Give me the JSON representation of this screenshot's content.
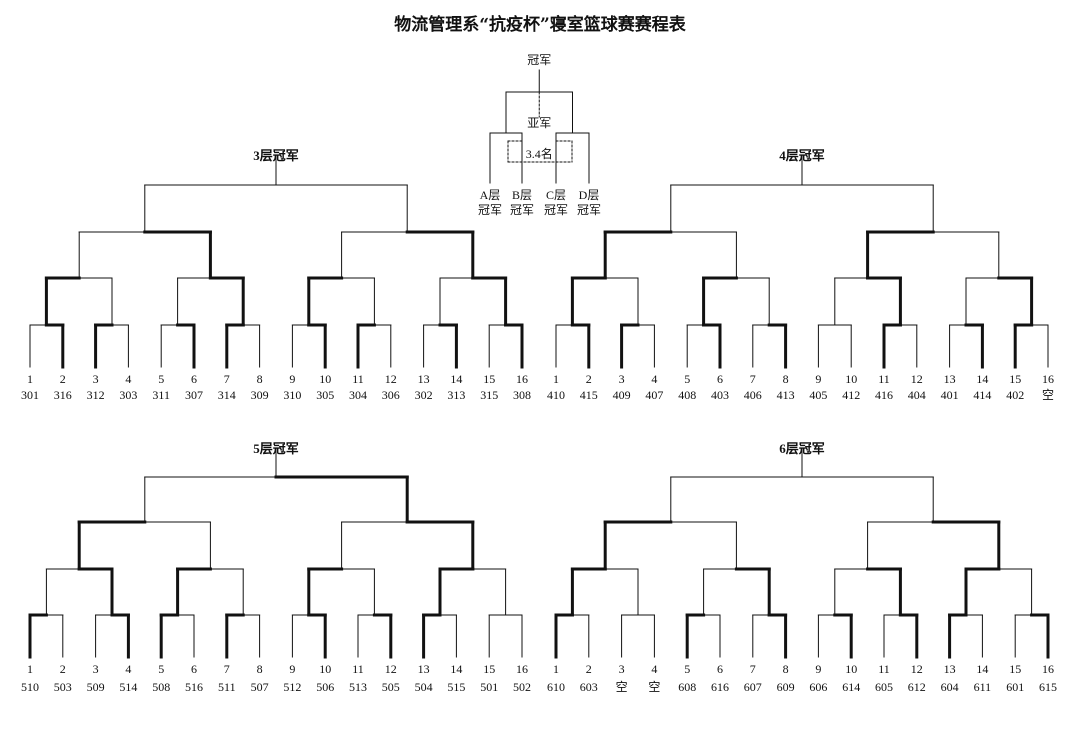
{
  "title": "物流管理系“抗疫杯”寝室篮球赛赛程表",
  "final": {
    "champion": "冠军",
    "runner_up": "亚军",
    "third_fourth": "3.4名",
    "seeds": [
      {
        "line1": "A层",
        "line2": "冠军"
      },
      {
        "line1": "B层",
        "line2": "冠军"
      },
      {
        "line1": "C层",
        "line2": "冠军"
      },
      {
        "line1": "D层",
        "line2": "冠军"
      }
    ]
  },
  "brackets": [
    {
      "title": "3层冠军",
      "slots": [
        "1",
        "2",
        "3",
        "4",
        "5",
        "6",
        "7",
        "8",
        "9",
        "10",
        "11",
        "12",
        "13",
        "14",
        "15",
        "16"
      ],
      "rooms": [
        "301",
        "316",
        "312",
        "303",
        "311",
        "307",
        "314",
        "309",
        "310",
        "305",
        "304",
        "306",
        "302",
        "313",
        "315",
        "308"
      ],
      "winners_r1": [
        1,
        0,
        1,
        0,
        1,
        0,
        1,
        1
      ],
      "winners_r2": [
        0,
        1,
        0,
        1
      ],
      "winners_r3": [
        1,
        1
      ],
      "winners_r4": [
        -1
      ]
    },
    {
      "title": "4层冠军",
      "slots": [
        "1",
        "2",
        "3",
        "4",
        "5",
        "6",
        "7",
        "8",
        "9",
        "10",
        "11",
        "12",
        "13",
        "14",
        "15",
        "16"
      ],
      "rooms": [
        "410",
        "415",
        "409",
        "407",
        "408",
        "403",
        "406",
        "413",
        "405",
        "412",
        "416",
        "404",
        "401",
        "414",
        "402",
        "空"
      ],
      "winners_r1": [
        1,
        0,
        1,
        1,
        -1,
        0,
        1,
        0
      ],
      "winners_r2": [
        0,
        0,
        1,
        1
      ],
      "winners_r3": [
        0,
        0
      ],
      "winners_r4": [
        -1
      ]
    },
    {
      "title": "5层冠军",
      "slots": [
        "1",
        "2",
        "3",
        "4",
        "5",
        "6",
        "7",
        "8",
        "9",
        "10",
        "11",
        "12",
        "13",
        "14",
        "15",
        "16"
      ],
      "rooms": [
        "510",
        "503",
        "509",
        "514",
        "508",
        "516",
        "511",
        "507",
        "512",
        "506",
        "513",
        "505",
        "504",
        "515",
        "501",
        "502"
      ],
      "winners_r1": [
        0,
        1,
        0,
        0,
        1,
        1,
        0,
        -1
      ],
      "winners_r2": [
        1,
        0,
        0,
        0
      ],
      "winners_r3": [
        0,
        1
      ],
      "winners_r4": [
        1
      ]
    },
    {
      "title": "6层冠军",
      "slots": [
        "1",
        "2",
        "3",
        "4",
        "5",
        "6",
        "7",
        "8",
        "9",
        "10",
        "11",
        "12",
        "13",
        "14",
        "15",
        "16"
      ],
      "rooms": [
        "610",
        "603",
        "空",
        "空",
        "608",
        "616",
        "607",
        "609",
        "606",
        "614",
        "605",
        "612",
        "604",
        "611",
        "601",
        "615"
      ],
      "winners_r1": [
        0,
        -1,
        0,
        1,
        1,
        1,
        0,
        1
      ],
      "winners_r2": [
        0,
        1,
        1,
        0
      ],
      "winners_r3": [
        0,
        1
      ],
      "winners_r4": [
        -1
      ]
    }
  ]
}
